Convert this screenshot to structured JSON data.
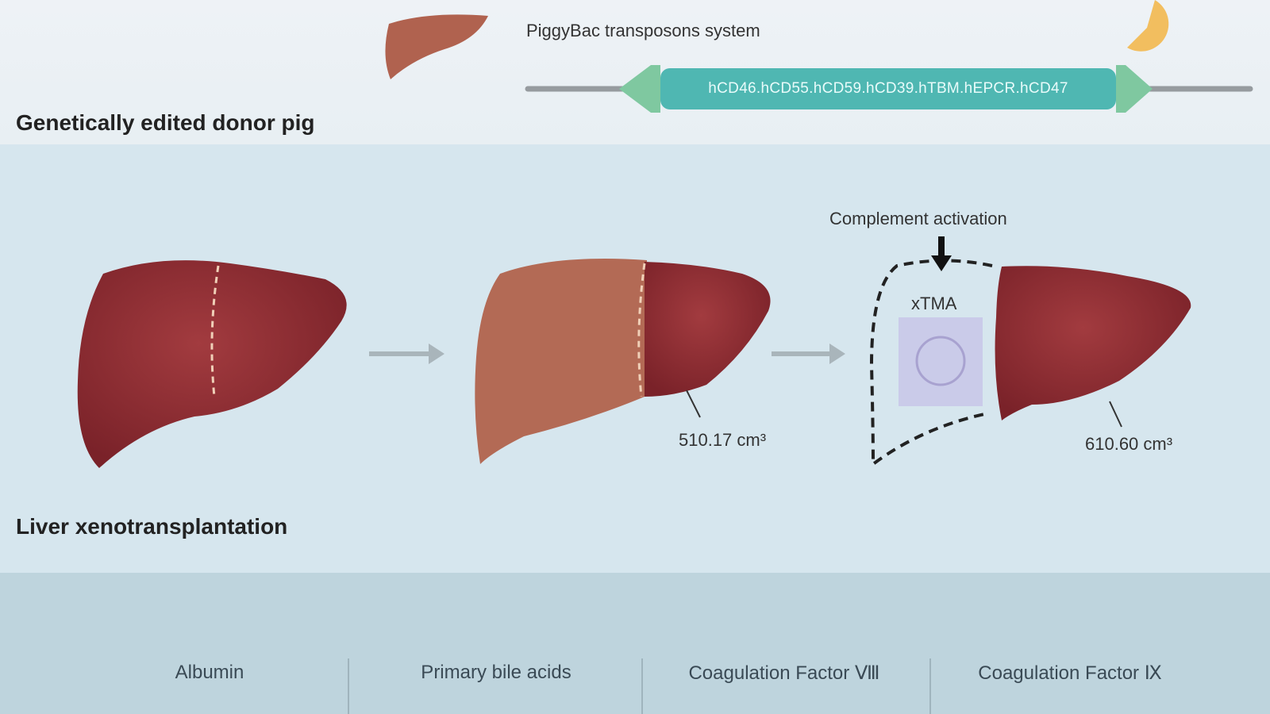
{
  "donor_section": {
    "title": "Genetically edited donor pig",
    "system_label": "PiggyBac transposons system",
    "gene_cassette": "hCD46.hCD55.hCD59.hCD39.hTBM.hEPCR.hCD47"
  },
  "xeno_section": {
    "title": "Liver xenotransplantation",
    "complement_label": "Complement activation",
    "xtma_label": "xTMA",
    "volume_1": "510.17 cm³",
    "volume_2": "610.60 cm³"
  },
  "function_section": {
    "metrics": [
      "Albumin",
      "Primary bile acids",
      "Coagulation Factor Ⅷ",
      "Coagulation Factor Ⅸ"
    ]
  },
  "colors": {
    "liver_dark": "#8a2a2e",
    "liver_donor": "#b36a55",
    "gene_bar": "#4fb7b2",
    "arrow_green": "#7fc8a0"
  }
}
